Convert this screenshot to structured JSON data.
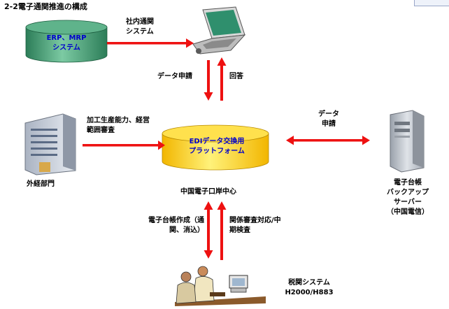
{
  "title": "2-2電子通関推進の構成",
  "nodes": {
    "erp": {
      "line1": "ERP、MRP",
      "line2": "システム"
    },
    "edi": {
      "line1": "EDIデータ交換用",
      "line2": "プラットフォーム"
    },
    "gaikei": {
      "label": "外経部門"
    },
    "ledger_server": {
      "line1": "電子台帳",
      "line2": "バックアップ",
      "line3": "サーバー",
      "line4": "（中国電信）"
    },
    "customs": {
      "line1": "税関システム",
      "line2": "H2000/H883"
    },
    "port": {
      "label": "中国電子口岸中心"
    }
  },
  "edges": {
    "internal_system": {
      "line1": "社内通関",
      "line2": "システム"
    },
    "data_request": {
      "label": "データ申請"
    },
    "reply": {
      "label": "回答"
    },
    "processing": {
      "line1": "加工生産能力、経営",
      "line2": "範囲審査"
    },
    "data_request_server": {
      "line1": "データ",
      "line2": "申請"
    },
    "ledger_create": {
      "line1": "電子台帳作成（通",
      "line2": "関、消込）"
    },
    "review": {
      "line1": "関係審査対応/中",
      "line2": "期検査"
    }
  },
  "colors": {
    "arrow": "#ee1111",
    "erp_fill": "#3f9a73",
    "edi_fill": "#ffd21a",
    "label_blue": "#0000cc"
  }
}
